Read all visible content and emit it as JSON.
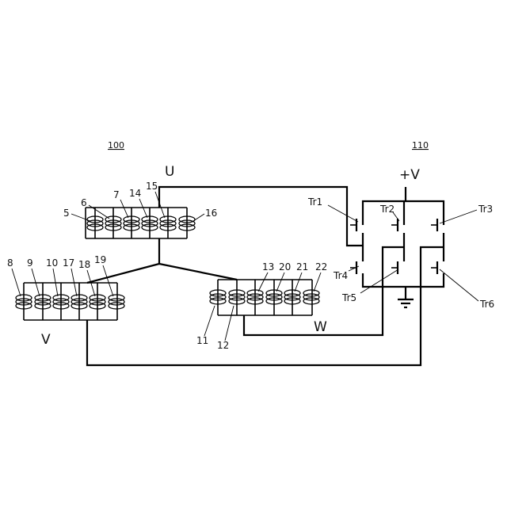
{
  "refs": {
    "stator": "100",
    "driver": "110"
  },
  "phases": {
    "u": "U",
    "v": "V",
    "w": "W"
  },
  "supply": "+V",
  "coil_numbers": {
    "u": [
      "5",
      "6",
      "7",
      "14",
      "15",
      "16"
    ],
    "v": [
      "8",
      "9",
      "10",
      "17",
      "18",
      "19"
    ],
    "w": [
      "11",
      "12",
      "13",
      "20",
      "21",
      "22"
    ]
  },
  "transistors": [
    "Tr1",
    "Tr2",
    "Tr3",
    "Tr4",
    "Tr5",
    "Tr6"
  ]
}
